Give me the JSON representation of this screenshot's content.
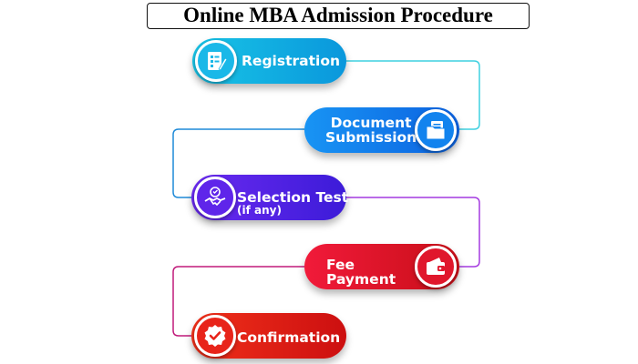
{
  "title": "Online MBA Admission Procedure",
  "steps": [
    {
      "line1": "Registration",
      "line2": "",
      "icon": "registration-form-icon",
      "color": "#13b3e4"
    },
    {
      "line1": "Document",
      "line2": "Submission",
      "icon": "document-folder-icon",
      "color": "#1478ea"
    },
    {
      "line1": "Selection Test",
      "line2": "(if any)",
      "icon": "handshake-icon",
      "color": "#5a23e8"
    },
    {
      "line1": "Fee",
      "line2": "Payment",
      "icon": "wallet-icon",
      "color": "#e0152a"
    },
    {
      "line1": "Confirmation",
      "line2": "",
      "icon": "check-badge-icon",
      "color": "#e2201a"
    }
  ],
  "connector_colors": [
    "#3fd0e0",
    "#1e8ad8",
    "#a43ae0",
    "#c01a7a"
  ]
}
